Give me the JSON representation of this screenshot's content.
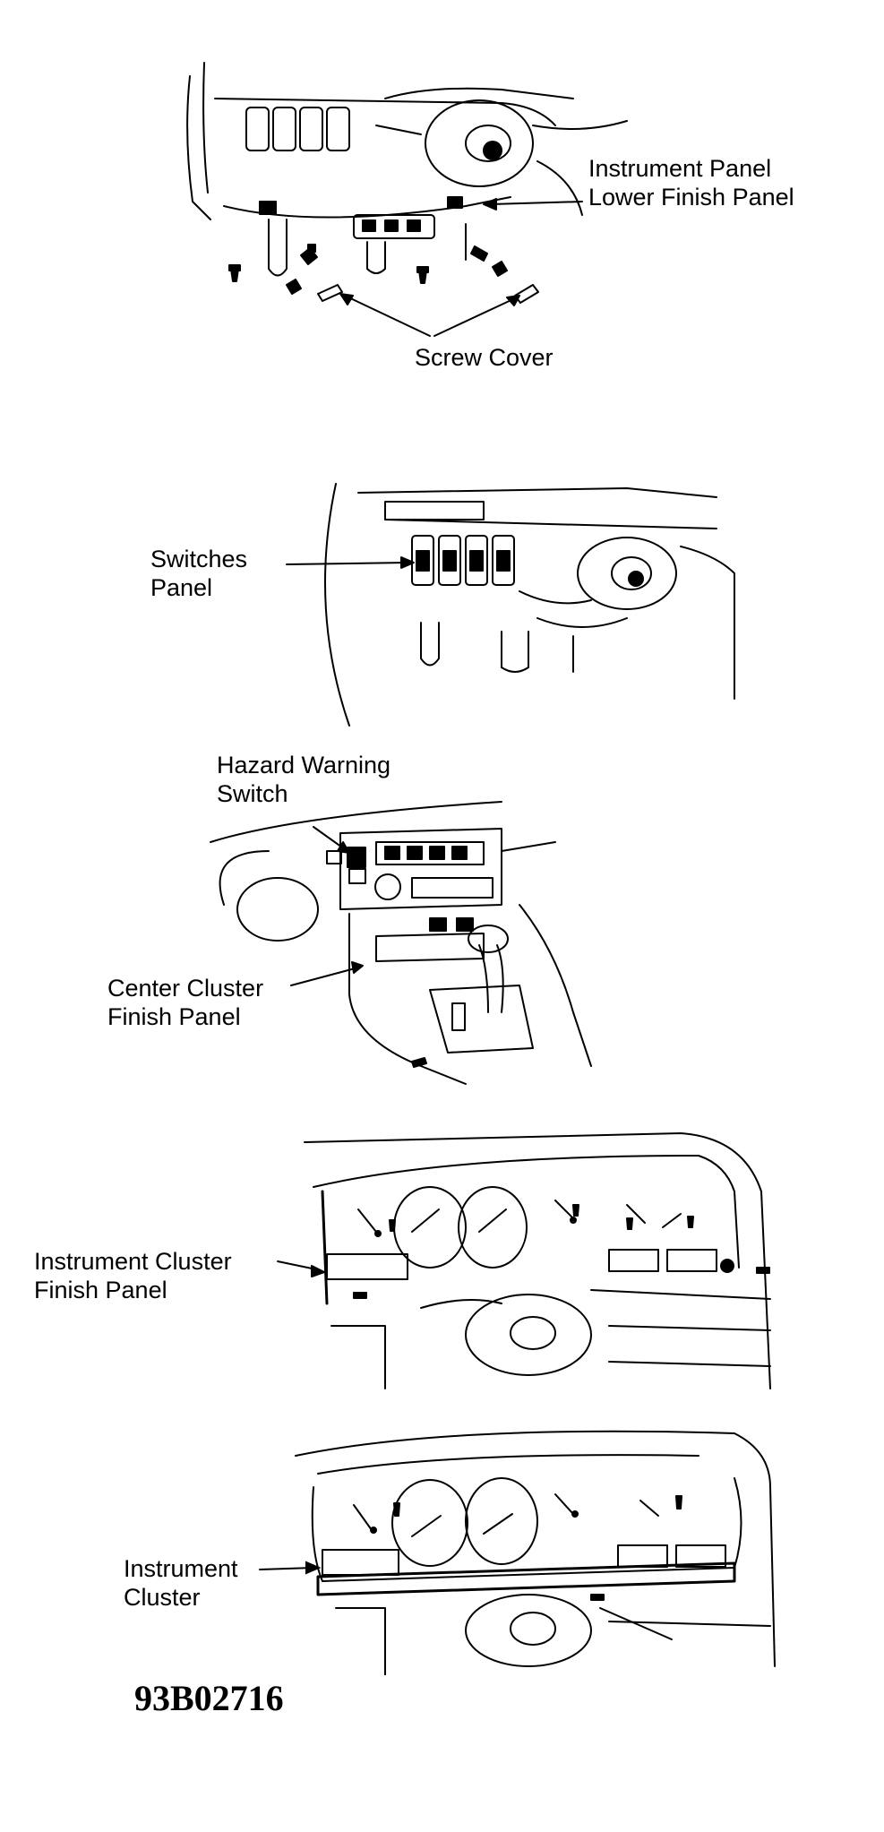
{
  "figure": {
    "panels": [
      {
        "labels": [
          {
            "lines": [
              "Instrument Panel",
              "Lower Finish Panel"
            ]
          },
          {
            "lines": [
              "Screw Cover"
            ]
          }
        ]
      },
      {
        "labels": [
          {
            "lines": [
              "Switches",
              "Panel"
            ]
          }
        ]
      },
      {
        "labels": [
          {
            "lines": [
              "Hazard Warning",
              "Switch"
            ]
          },
          {
            "lines": [
              "Center Cluster",
              "Finish Panel"
            ]
          }
        ]
      },
      {
        "labels": [
          {
            "lines": [
              "Instrument Cluster",
              "Finish Panel"
            ]
          }
        ]
      },
      {
        "labels": [
          {
            "lines": [
              "Instrument",
              "Cluster"
            ]
          }
        ]
      }
    ],
    "code": "93B02716"
  }
}
